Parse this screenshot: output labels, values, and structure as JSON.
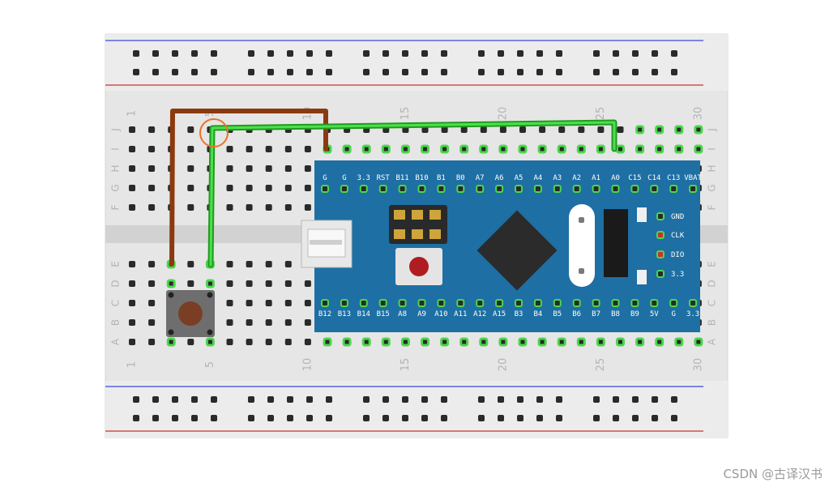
{
  "breadboard": {
    "column_numbers": [
      "1",
      "5",
      "10",
      "15",
      "20",
      "25",
      "30"
    ],
    "row_letters_top": [
      "J",
      "I",
      "H",
      "G",
      "F"
    ],
    "row_letters_bottom": [
      "E",
      "D",
      "C",
      "B",
      "A"
    ],
    "colors": {
      "board": "#e6e6e6",
      "rail_positive": "#d03030",
      "rail_negative": "#3a48d8",
      "hole": "#2a2a2a",
      "hole_connected": "#4cd64c"
    }
  },
  "board_module": {
    "color": "#1e6fa3",
    "top_pins": [
      "G",
      "G",
      "3.3",
      "RST",
      "B11",
      "B10",
      "B1",
      "B0",
      "A7",
      "A6",
      "A5",
      "A4",
      "A3",
      "A2",
      "A1",
      "A0",
      "C15",
      "C14",
      "C13",
      "VBAT"
    ],
    "bottom_pins": [
      "B12",
      "B13",
      "B14",
      "B15",
      "A8",
      "A9",
      "A10",
      "A11",
      "A12",
      "A15",
      "B3",
      "B4",
      "B5",
      "B6",
      "B7",
      "B8",
      "B9",
      "5V",
      "G",
      "3.3"
    ],
    "side_pins": [
      "GND",
      "CLK",
      "DIO",
      "3.3"
    ]
  },
  "wires": {
    "brown": "#8b3a0f",
    "green": "#22b822"
  },
  "highlight_color": "#e8732a",
  "watermark": "CSDN @古译汉书"
}
